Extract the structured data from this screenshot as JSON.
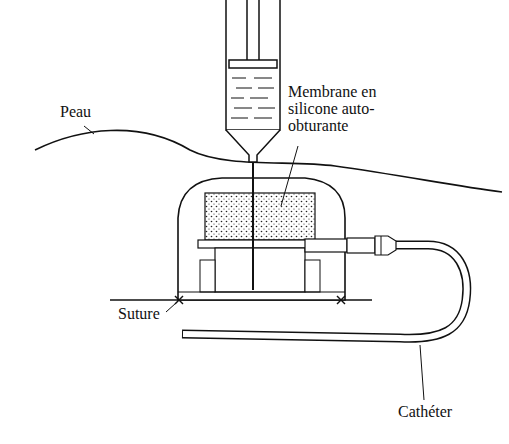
{
  "diagram": {
    "labels": [
      "Peau",
      "Membrane en silicone auto-obturante",
      "Suture",
      "Cathéter"
    ]
  }
}
